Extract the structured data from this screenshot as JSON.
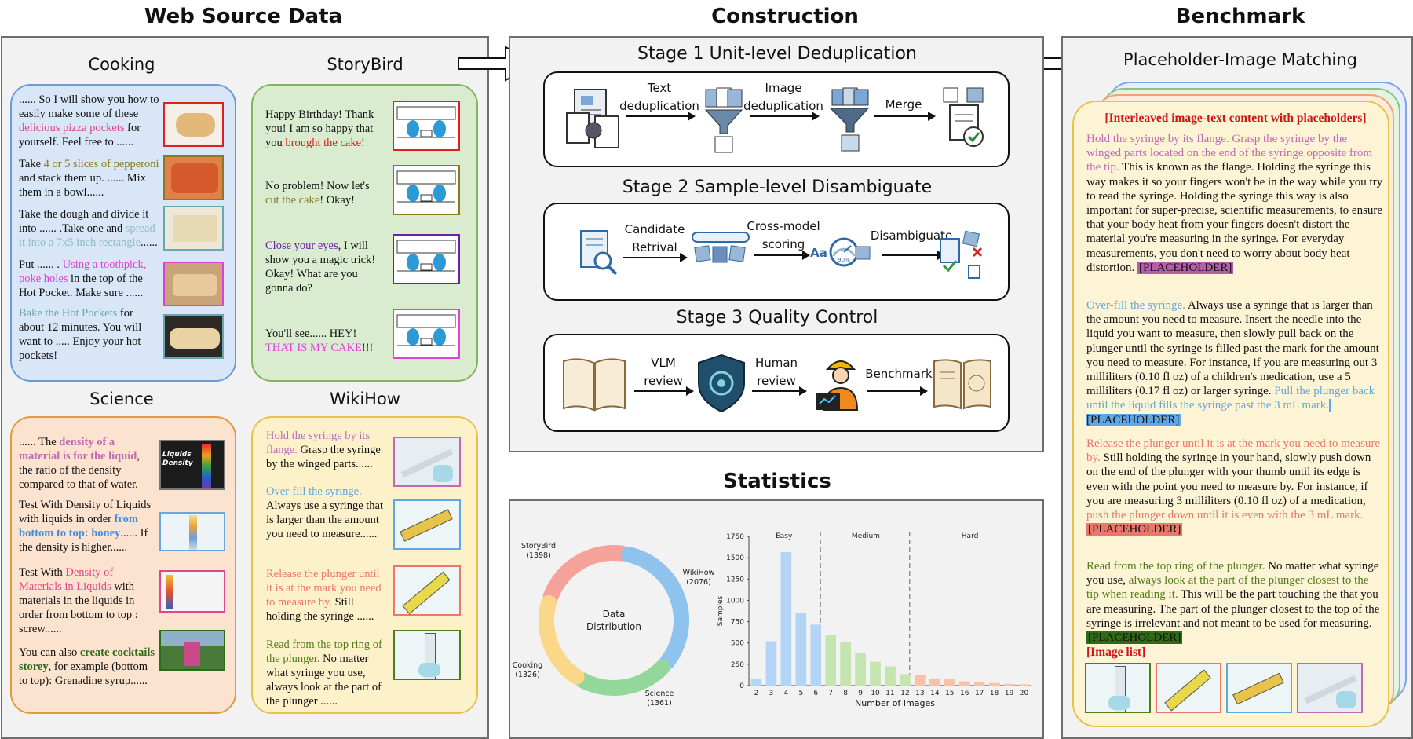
{
  "titles": {
    "web_source": "Web Source Data",
    "construction": "Construction",
    "benchmark": "Benchmark",
    "statistics": "Statistics"
  },
  "colors": {
    "pink": "#e0478a",
    "olive": "#8a7a1e",
    "teal": "#6aa6b0",
    "magenta": "#e23fd6",
    "red": "#e01b1b",
    "purple": "#6a1fa6",
    "blue": "#3e8fe0",
    "green": "#2f6b16",
    "salmon": "#e8786a",
    "darkgreen": "#4f7d1a"
  },
  "web": {
    "cooking": {
      "title": "Cooking",
      "p1": {
        "a": "...... So I will show you how to easily make some of these ",
        "h": "delicious pizza pockets",
        "b": " for yourself. Feel free to  ......"
      },
      "p2": {
        "a": "Take ",
        "h": "4 or 5 slices of pepperoni",
        "b": " and stack them up. ...... Mix them in a bowl......"
      },
      "p3": {
        "a": "Take the dough and divide it into ...... .Take one and ",
        "h": "spread it into a 7x5 inch rectangle",
        "b": "......"
      },
      "p4": {
        "a": " Put ...... . ",
        "h": "Using a toothpick, poke holes",
        "b": " in the top of the Hot Pocket. Make sure ......"
      },
      "p5": {
        "a": "",
        "h": "Bake the Hot Pockets",
        "b": " for about 12 minutes. You will want to ..... Enjoy your hot pockets!"
      }
    },
    "storybird": {
      "title": "StoryBird",
      "p1": {
        "a": "Happy Birthday! Thank you! I am so happy that you ",
        "h": "brought the cake",
        "b": "!"
      },
      "p2": {
        "a": "No problem! Now let's ",
        "h": "cut the cake",
        "b": "! Okay!"
      },
      "p3": {
        "a": "",
        "h": "Close your eyes",
        "b": ", I will show you a magic trick!  Okay! What are you gonna do?"
      },
      "p4": {
        "a": "You'll see...... HEY! ",
        "h": "THAT IS MY CAKE",
        "b": "!!!"
      }
    },
    "science": {
      "title": "Science",
      "p1": {
        "a": "...... The ",
        "h": "density of a material is for the liquid",
        "b": ", the ratio of the density compared to that of water."
      },
      "p2": {
        "a": "Test With Density of Liquids with liquids in order ",
        "h": "from bottom to top: honey",
        "b": "...... If the density is higher......"
      },
      "p3": {
        "a": "Test With ",
        "h": "Density of Materials in Liquids",
        "b": " with materials in the liquids in order from bottom to top : screw......"
      },
      "p4": {
        "a": "You can also ",
        "h": "create cocktails storey",
        "b": ", for example (bottom to top): Grenadine syrup......"
      },
      "thumb1_text": "Liquids Density"
    },
    "wikihow": {
      "title": "WikiHow",
      "p1": {
        "a": "",
        "h": "Hold the syringe by its flange.",
        "b": " Grasp the syringe by the winged parts......"
      },
      "p2": {
        "a": "",
        "h": "Over-fill the syringe.",
        "b": " Always use a syringe that is larger than the amount you need to measure......"
      },
      "p3": {
        "a": "",
        "h": "Release the plunger until it is at the mark you need to measure by.",
        "b": " Still holding the syringe ......"
      },
      "p4": {
        "a": "",
        "h": "Read from the top ring of the plunger.",
        "b": " No matter what syringe you use, always look at the part of the plunger ......"
      }
    }
  },
  "construction": {
    "stage1": {
      "title": "Stage 1  Unit-level Deduplication",
      "l1": "Text",
      "l2": "deduplication",
      "l3": "Image",
      "l4": "deduplication",
      "l5": "Merge"
    },
    "stage2": {
      "title": "Stage 2  Sample-level Disambiguate",
      "l1": "Candidate",
      "l2": "Retrival",
      "l3": "Cross-model",
      "l4": "scoring",
      "l5": "Disambiguate",
      "aa": "Aa",
      "gauge": "90%"
    },
    "stage3": {
      "title": "Stage 3  Quality Control",
      "l1": "VLM",
      "l2": "review",
      "l3": "Human",
      "l4": "review",
      "l5": "Benchmark"
    }
  },
  "statistics": {
    "donut_center": [
      "Data",
      "Distribution"
    ],
    "donut_labels": {
      "storybird": [
        "StoryBird",
        "(1398)"
      ],
      "wikihow": [
        "WikiHow",
        "(2076)"
      ],
      "science": [
        "Science",
        "(1361)"
      ],
      "cooking": [
        "Cooking",
        "(1326)"
      ]
    }
  },
  "chart_data": {
    "type": "bar",
    "xlabel": "Number of Images",
    "ylabel": "Samples",
    "ylim": [
      0,
      1750
    ],
    "yticks": [
      0,
      250,
      500,
      750,
      1000,
      1250,
      1500,
      1750
    ],
    "categories": [
      "2",
      "3",
      "4",
      "5",
      "6",
      "7",
      "8",
      "9",
      "10",
      "11",
      "12",
      "13",
      "14",
      "15",
      "16",
      "17",
      "18",
      "19",
      "20"
    ],
    "values": [
      80,
      520,
      1565,
      855,
      715,
      590,
      515,
      380,
      280,
      225,
      135,
      120,
      85,
      75,
      50,
      40,
      30,
      20,
      15
    ],
    "region_labels": [
      "Easy",
      "Medium",
      "Hard"
    ],
    "region_colors": {
      "Easy": "#b3d4f5",
      "Medium": "#c4e5b0",
      "Hard": "#f7c2a8"
    },
    "pie": {
      "type": "pie",
      "categories": [
        "StoryBird",
        "WikiHow",
        "Science",
        "Cooking"
      ],
      "values": [
        1398,
        2076,
        1361,
        1326
      ],
      "colors": [
        "#f4a29a",
        "#8ec3ee",
        "#93d89a",
        "#fbd78a"
      ]
    }
  },
  "benchmark": {
    "subtitle": "Placeholder-Image Matching",
    "header": "[Interleaved image-text content with placeholders]",
    "p1": {
      "h": "Hold the syringe by its flange. Grasp the syringe by the winged parts located on the end of the syringe opposite from the tip.",
      "b": " This is known as the flange. Holding the syringe this way makes it so your fingers won't be in the way while you try to read the syringe. Holding the syringe this way is also important for super-precise, scientific measurements, to ensure that your body heat from your fingers doesn't distort the material you're measuring in the syringe. For everyday measurements, you don't need to worry about body heat distortion. ",
      "ph": "[PLACEHOLDER]"
    },
    "p2": {
      "h": "Over-fill the syringe.",
      "b": " Always use a syringe that is larger than the amount you need to measure. Insert the needle into the liquid you want to measure, then slowly pull back on the plunger until the syringe is filled past the mark for the amount you need to measure. For instance, if you are measuring out 3 milliliters (0.10  fl oz) of a children's medication, use a 5 milliliters (0.17  fl oz) or larger syringe. ",
      "h2": "Pull the plunger back until the liquid fills the syringe past the 3 mL mark.",
      "ph": " [PLACEHOLDER]"
    },
    "p3": {
      "h": "Release the plunger until it is at the mark you need to measure by.",
      "b": " Still holding the syringe in your hand, slowly push down on the end of the plunger with your thumb until its edge is even with the point you need to measure by. For instance, if you are measuring 3 milliliters (0.10  fl oz) of a medication, ",
      "h2": "push the plunger down until it is even with the 3 mL mark.",
      "ph": "[PLACEHOLDER]"
    },
    "p4": {
      "h": "Read from the top ring of the plunger.",
      "b": " No matter what syringe you use, ",
      "h2": "always look at the part of the plunger closest to the tip when reading it.",
      "b2": " This will be the part touching the that you are measuring. The part of the plunger closest to the top of the syringe is irrelevant and not meant to be used for measuring.",
      "ph": "[PLACEHOLDER]"
    },
    "image_list": "[Image list]"
  }
}
